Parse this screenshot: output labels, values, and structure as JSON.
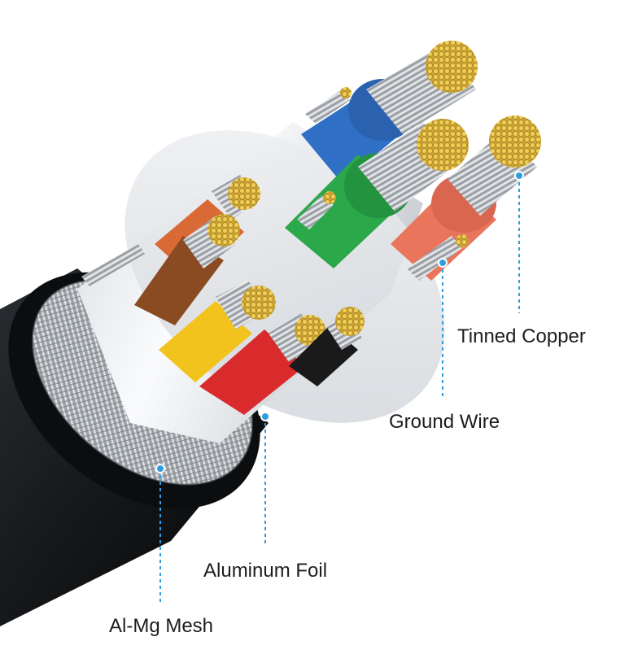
{
  "illustration": {
    "subject": "cable-cross-section",
    "colors": {
      "jacket": "#16181b",
      "mesh": "#b9bdc2",
      "foil": "#e9ecef",
      "tin": "#e8c24a",
      "strand": "#c9ccd0",
      "callout": "#2f9ee0"
    },
    "conductors": [
      {
        "name": "blue",
        "insulation": "#2f6fc6"
      },
      {
        "name": "green",
        "insulation": "#2aa84a"
      },
      {
        "name": "salmon",
        "insulation": "#e9755c"
      },
      {
        "name": "orange",
        "insulation": "#d96a36"
      },
      {
        "name": "brown",
        "insulation": "#8a4a22"
      },
      {
        "name": "yellow",
        "insulation": "#f2c31c"
      },
      {
        "name": "red",
        "insulation": "#d92b2b"
      },
      {
        "name": "black",
        "insulation": "#1a1a1a"
      }
    ]
  },
  "callouts": [
    {
      "id": "tinned",
      "label": "Tinned Copper"
    },
    {
      "id": "ground",
      "label": "Ground Wire"
    },
    {
      "id": "foil",
      "label": "Aluminum Foil"
    },
    {
      "id": "mesh",
      "label": "Al-Mg Mesh"
    }
  ]
}
